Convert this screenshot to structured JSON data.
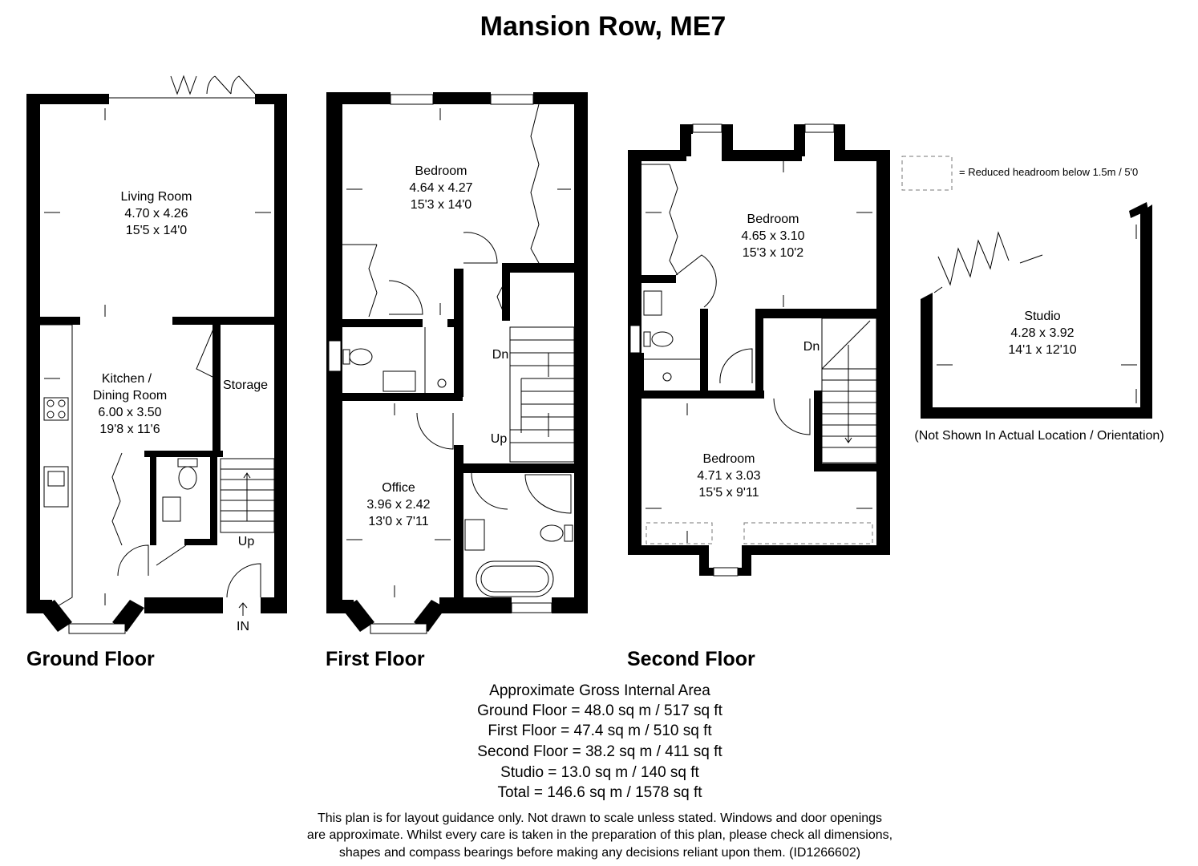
{
  "title": "Mansion Row, ME7",
  "floors": {
    "ground": {
      "label": "Ground Floor",
      "rooms": {
        "living": {
          "name": "Living Room",
          "metric": "4.70 x 4.26",
          "imperial": "15'5 x 14'0"
        },
        "kitchen": {
          "name1": "Kitchen /",
          "name2": "Dining Room",
          "metric": "6.00 x 3.50",
          "imperial": "19'8 x 11'6"
        },
        "storage": {
          "name": "Storage"
        }
      },
      "stairs_label": "Up",
      "entrance_label": "IN"
    },
    "first": {
      "label": "First Floor",
      "rooms": {
        "bedroom": {
          "name": "Bedroom",
          "metric": "4.64 x 4.27",
          "imperial": "15'3 x 14'0"
        },
        "office": {
          "name": "Office",
          "metric": "3.96 x 2.42",
          "imperial": "13'0 x 7'11"
        }
      },
      "stairs_down": "Dn",
      "stairs_up": "Up"
    },
    "second": {
      "label": "Second Floor",
      "rooms": {
        "bedroom1": {
          "name": "Bedroom",
          "metric": "4.65 x 3.10",
          "imperial": "15'3 x 10'2"
        },
        "bedroom2": {
          "name": "Bedroom",
          "metric": "4.71 x 3.03",
          "imperial": "15'5 x 9'11"
        }
      },
      "stairs_down": "Dn"
    },
    "studio": {
      "name": "Studio",
      "metric": "4.28 x 3.92",
      "imperial": "14'1 x 12'10",
      "note": "(Not Shown In Actual Location / Orientation)"
    }
  },
  "legend": {
    "text": "= Reduced headroom below 1.5m / 5'0"
  },
  "areas": {
    "heading": "Approximate Gross Internal Area",
    "lines": [
      "Ground Floor = 48.0 sq m / 517 sq ft",
      "First Floor = 47.4 sq m / 510 sq ft",
      "Second Floor = 38.2 sq m / 411 sq ft",
      "Studio = 13.0 sq m / 140 sq ft",
      "Total = 146.6 sq m / 1578 sq ft"
    ]
  },
  "disclaimer": [
    "This plan is for layout guidance only. Not drawn to scale unless stated. Windows and door openings",
    "are approximate. Whilst every care is taken in the preparation of this plan, please check all dimensions,",
    "shapes and compass bearings before making any decisions reliant upon them. (ID1266602)"
  ]
}
